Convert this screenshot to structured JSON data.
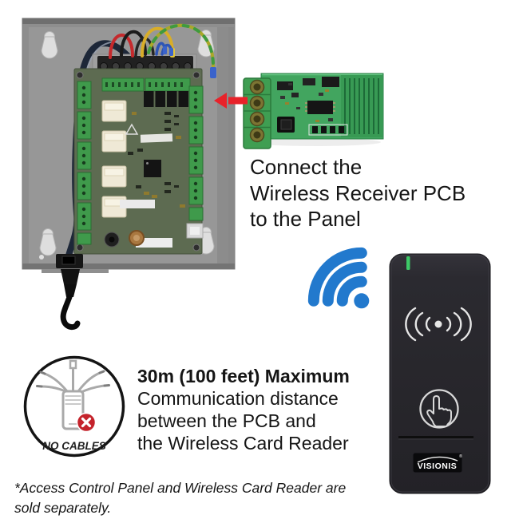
{
  "connect_note": {
    "lines": [
      "Connect the",
      "Wireless Receiver PCB",
      "to the Panel"
    ]
  },
  "distance_note": {
    "title": "30m (100 feet) Maximum",
    "lines": [
      "Communication distance",
      "between the PCB and",
      "the Wireless Card Reader"
    ]
  },
  "no_cables_badge": {
    "label": "NO CABLES"
  },
  "reader": {
    "brand": "VISIONIS",
    "registered_mark": "®"
  },
  "disclaimer": {
    "lines": [
      "*Access Control Panel and Wireless Card Reader are",
      "sold separately."
    ]
  },
  "icons": {
    "wifi": "wifi-icon",
    "no_cables": "no-cables-icon",
    "touch": "touch-icon",
    "signal": "wireless-signal-icon",
    "arrow": "red-arrow-icon",
    "led": "status-led"
  },
  "colors": {
    "wifi_blue": "#2279cd",
    "arrow_red": "#e8222a",
    "led_green": "#3dc967",
    "badge_red": "#c4232b"
  }
}
